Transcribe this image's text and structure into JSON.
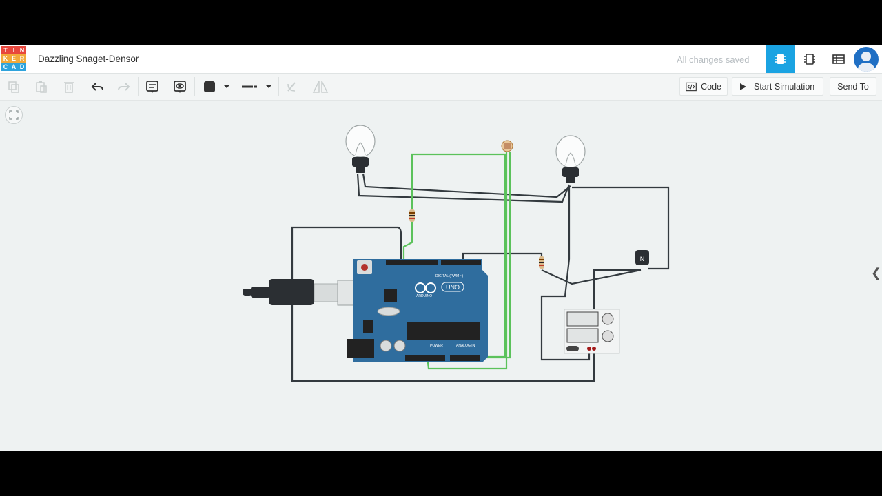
{
  "app": {
    "logo_letters": [
      "T",
      "I",
      "N",
      "K",
      "E",
      "R",
      "C",
      "A",
      "D"
    ],
    "logo_colors": [
      "#e8473d",
      "#e8473d",
      "#e8473d",
      "#f2a93b",
      "#f2a93b",
      "#f2a93b",
      "#2ea3dc",
      "#2ea3dc",
      "#2ea3dc"
    ],
    "project_title": "Dazzling Snaget-Densor",
    "save_status": "All changes saved",
    "accent_color": "#1aa3e2"
  },
  "view_buttons": [
    {
      "icon": "circuit-view-icon",
      "active": true
    },
    {
      "icon": "component-list-icon",
      "active": false
    },
    {
      "icon": "table-view-icon",
      "active": false
    }
  ],
  "toolbar": {
    "tools": [
      "copy-icon",
      "paste-icon",
      "delete-icon",
      "undo-icon",
      "redo-icon",
      "note-icon",
      "notes-visibility-icon",
      "color-swatch-icon",
      "line-style-icon",
      "rotate-icon",
      "mirror-icon"
    ],
    "code_label": "Code",
    "start_simulation_label": "Start Simulation",
    "send_to_label": "Send To"
  },
  "circuit": {
    "board_label": "UNO",
    "board_brand": "ARDUINO",
    "digital_label": "DIGITAL (PWM ~)",
    "power_label": "POWER",
    "analog_label": "ANALOG IN",
    "transistor_label": "N",
    "board_color": "#2f6d9e",
    "wire_green": "#5bc25b",
    "wire_dark": "#333a3f"
  }
}
